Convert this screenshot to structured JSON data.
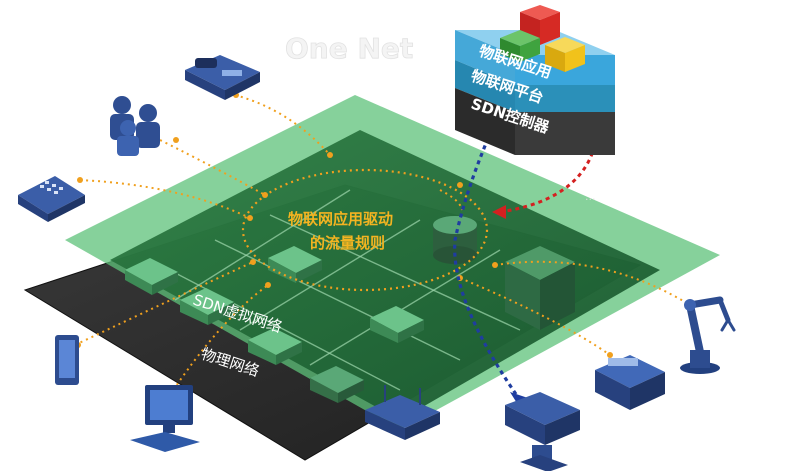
{
  "header": {
    "title": "One Net"
  },
  "stack": {
    "layer_app": "物联网应用",
    "layer_platform": "物联网平台",
    "layer_sdn": "SDN控制器",
    "side_note": "..."
  },
  "center": {
    "line1": "物联网应用驱动",
    "line2": "的流量规则"
  },
  "planes": {
    "virtual": "SDN虚拟网络",
    "physical": "物理网络"
  },
  "colors": {
    "virtual_plane": "#3aa35a",
    "inner_plane": "#1f6b34",
    "physical_plane": "#2c2c2c",
    "dotted_orange": "#f0a01e",
    "dotted_blue": "#1f3da0",
    "dotted_red": "#d42020",
    "app_blue": "#3aa6dc",
    "platform_teal": "#2b90b9",
    "controller_dark": "#3a3a3a",
    "cube_red": "#d62a24",
    "cube_green": "#3fa33f",
    "cube_yellow": "#f1c21b"
  },
  "devices": [
    "phone-icon",
    "people-icon",
    "keypad-icon",
    "tablet-icon",
    "monitor-icon",
    "router-icon",
    "camera-icon",
    "printer-icon",
    "robot-arm-icon"
  ]
}
